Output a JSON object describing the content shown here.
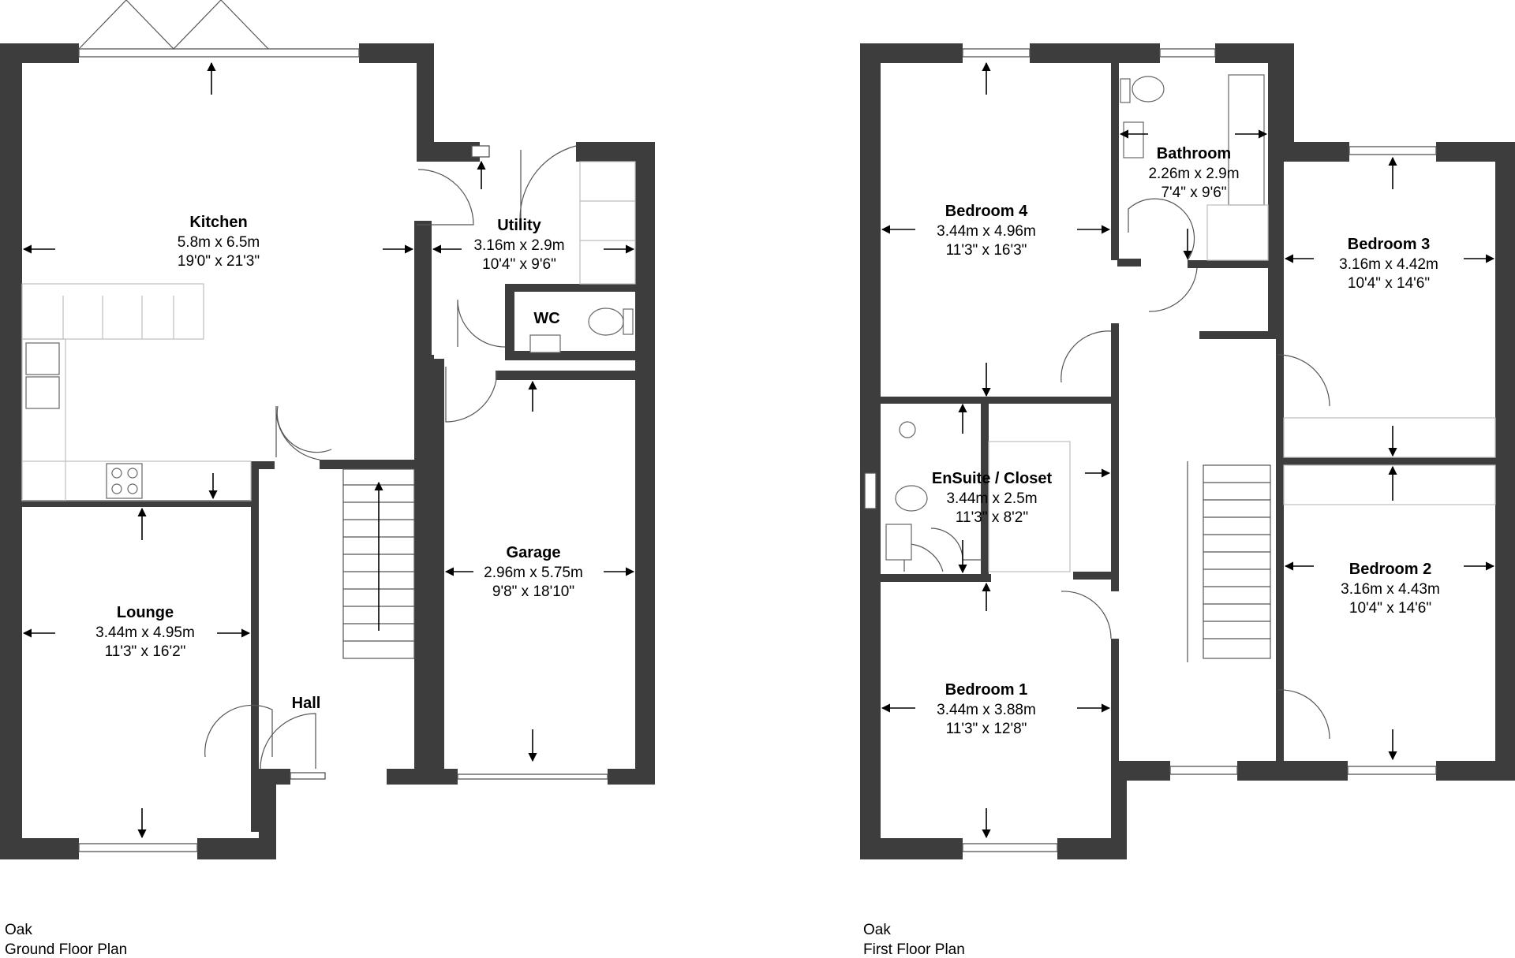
{
  "ground_floor": {
    "caption_name": "Oak",
    "caption_title": "Ground Floor Plan",
    "rooms": {
      "kitchen": {
        "name": "Kitchen",
        "metric": "5.8m x 6.5m",
        "imperial": "19'0\" x 21'3\""
      },
      "utility": {
        "name": "Utility",
        "metric": "3.16m x 2.9m",
        "imperial": "10'4\" x 9'6\""
      },
      "wc": {
        "name": "WC"
      },
      "garage": {
        "name": "Garage",
        "metric": "2.96m x 5.75m",
        "imperial": "9'8\" x 18'10\""
      },
      "lounge": {
        "name": "Lounge",
        "metric": "3.44m x 4.95m",
        "imperial": "11'3\" x 16'2\""
      },
      "hall": {
        "name": "Hall"
      }
    }
  },
  "first_floor": {
    "caption_name": "Oak",
    "caption_title": "First Floor Plan",
    "rooms": {
      "bedroom4": {
        "name": "Bedroom 4",
        "metric": "3.44m x 4.96m",
        "imperial": "11'3\" x 16'3\""
      },
      "bathroom": {
        "name": "Bathroom",
        "metric": "2.26m x 2.9m",
        "imperial": "7'4\" x 9'6\""
      },
      "bedroom3": {
        "name": "Bedroom 3",
        "metric": "3.16m x 4.42m",
        "imperial": "10'4\" x 14'6\""
      },
      "ensuite": {
        "name": "EnSuite / Closet",
        "metric": "3.44m x 2.5m",
        "imperial": "11'3\" x 8'2\""
      },
      "bedroom2": {
        "name": "Bedroom 2",
        "metric": "3.16m x 4.43m",
        "imperial": "10'4\" x 14'6\""
      },
      "bedroom1": {
        "name": "Bedroom 1",
        "metric": "3.44m x 3.88m",
        "imperial": "11'3\" x 12'8\""
      }
    }
  },
  "colors": {
    "wall": "#3d3d3d",
    "fixture_line": "#666666",
    "arrow": "#000000",
    "background": "#ffffff"
  }
}
